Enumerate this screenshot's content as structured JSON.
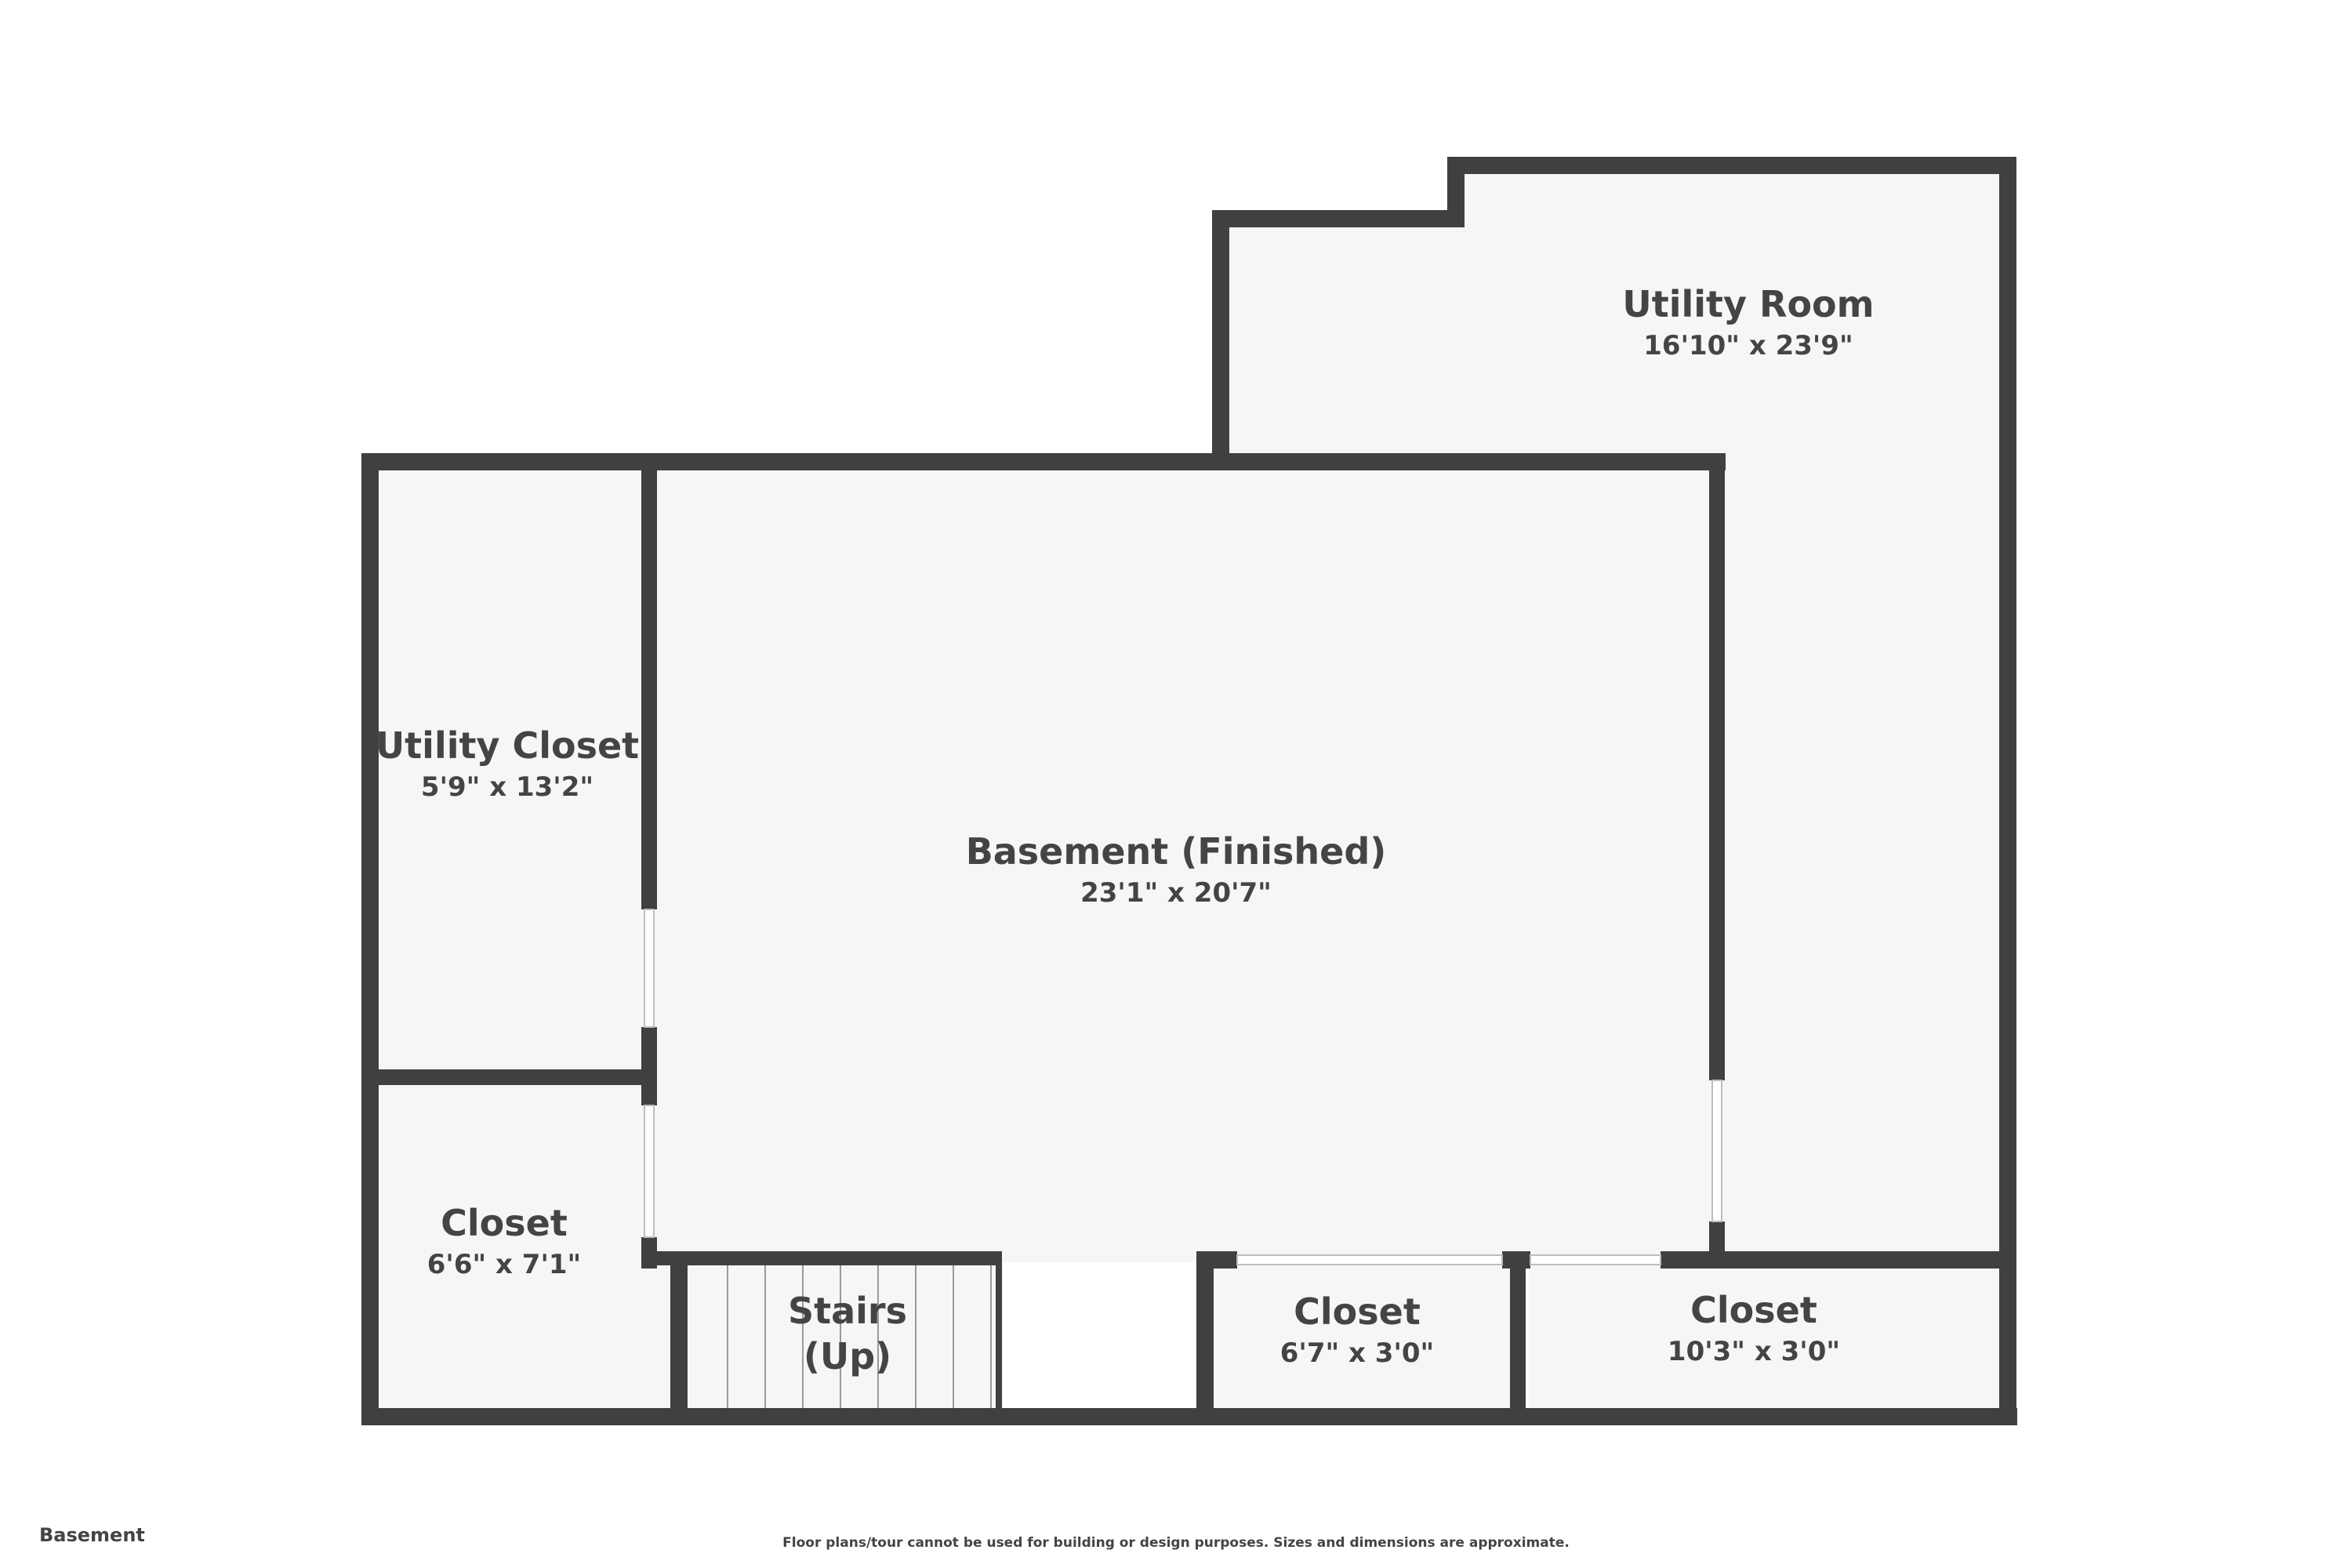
{
  "floor_label": "Basement",
  "disclaimer": "Floor plans/tour cannot be used for building or design purposes. Sizes and dimensions are approximate.",
  "colors": {
    "wall": "#404040",
    "floor": "#f6f6f6",
    "text": "#444444",
    "background": "#ffffff"
  },
  "rooms": {
    "utility_room": {
      "name": "Utility Room",
      "dims": "16'10\" x 23'9\""
    },
    "utility_closet": {
      "name": "Utility Closet",
      "dims": "5'9\" x 13'2\""
    },
    "basement": {
      "name": "Basement (Finished)",
      "dims": "23'1\" x 20'7\""
    },
    "closet_left": {
      "name": "Closet",
      "dims": "6'6\" x 7'1\""
    },
    "stairs": {
      "name_line1": "Stairs",
      "name_line2": "(Up)"
    },
    "closet_mid": {
      "name": "Closet",
      "dims": "6'7\" x 3'0\""
    },
    "closet_right": {
      "name": "Closet",
      "dims": "10'3\" x 3'0\""
    }
  }
}
